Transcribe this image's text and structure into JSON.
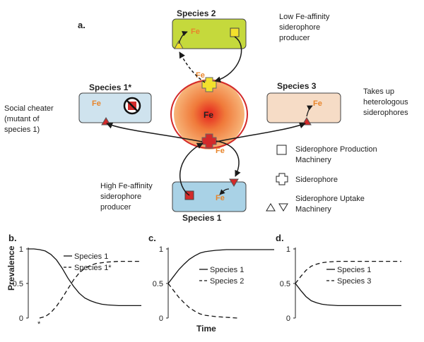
{
  "diagram": {
    "panel_a_label": "a.",
    "core": {
      "label": "Fe"
    },
    "species": {
      "sp2": {
        "title": "Species 2",
        "fe": "Fe",
        "color": "#c5d93c",
        "note": [
          "Low Fe-affinity",
          "siderophore",
          "producer"
        ]
      },
      "sp1star": {
        "title": "Species 1*",
        "fe": "Fe",
        "color": "#cfe3ee",
        "note": [
          "Social cheater",
          "(mutant of",
          "species 1)"
        ]
      },
      "sp3": {
        "title": "Species 3",
        "fe": "Fe",
        "color": "#f6dcc6",
        "note": [
          "Takes up",
          "heterologous",
          "siderophores"
        ]
      },
      "sp1": {
        "title": "Species 1",
        "fe": "Fe",
        "color": "#a9d2e6",
        "note": [
          "High Fe-affinity",
          "siderophore",
          "producer"
        ]
      }
    },
    "siderophore_fe": {
      "top": "Fe",
      "bottom": "Fe"
    },
    "legend": {
      "production": [
        "Siderophore  Production",
        "Machinery"
      ],
      "siderophore": "Siderophore",
      "uptake": [
        "Siderophore  Uptake",
        "Machinery"
      ]
    }
  },
  "charts": {
    "ylabel": "Prevalence",
    "xlabel": "Time",
    "y_ticks": [
      "1",
      "0.5",
      "0"
    ],
    "star_marker": "*"
  },
  "chart_data": [
    {
      "panel": "b.",
      "type": "line",
      "ylim": [
        0,
        1
      ],
      "x": [
        0,
        0.05,
        0.1,
        0.15,
        0.2,
        0.25,
        0.3,
        0.35,
        0.4,
        0.45,
        0.5,
        0.55,
        0.6,
        0.65,
        0.7,
        0.75,
        0.8,
        0.85,
        0.9,
        0.95,
        1.0
      ],
      "series": [
        {
          "name": "Species 1",
          "dash": "solid",
          "values": [
            1.0,
            1.0,
            0.99,
            0.97,
            0.92,
            0.84,
            0.72,
            0.58,
            0.46,
            0.36,
            0.29,
            0.25,
            0.22,
            0.2,
            0.19,
            0.185,
            0.18,
            0.18,
            0.18,
            0.18,
            0.18
          ]
        },
        {
          "name": "Species 1*",
          "dash": "dashed",
          "values": [
            null,
            null,
            0.0,
            0.02,
            0.08,
            0.17,
            0.29,
            0.42,
            0.55,
            0.65,
            0.72,
            0.76,
            0.79,
            0.8,
            0.81,
            0.815,
            0.82,
            0.82,
            0.82,
            0.82,
            0.82
          ]
        }
      ]
    },
    {
      "panel": "c.",
      "type": "line",
      "ylim": [
        0,
        1
      ],
      "x": [
        0,
        0.05,
        0.1,
        0.15,
        0.2,
        0.25,
        0.3,
        0.35,
        0.4,
        0.45,
        0.5,
        0.55,
        0.6,
        0.65,
        0.7,
        0.75,
        0.8,
        0.85,
        0.9,
        0.95,
        1.0
      ],
      "series": [
        {
          "name": "Species 1",
          "dash": "solid",
          "values": [
            0.5,
            0.6,
            0.7,
            0.78,
            0.85,
            0.9,
            0.94,
            0.96,
            0.97,
            0.98,
            0.985,
            0.99,
            0.99,
            0.99,
            0.99,
            0.99,
            0.99,
            0.99,
            0.99,
            0.99,
            0.99
          ]
        },
        {
          "name": "Species 2",
          "dash": "dashed",
          "values": [
            0.5,
            0.4,
            0.3,
            0.22,
            0.15,
            0.1,
            0.06,
            0.04,
            0.03,
            0.02,
            0.015,
            0.01,
            0.005,
            0.0,
            null,
            null,
            null,
            null,
            null,
            null,
            null
          ]
        }
      ]
    },
    {
      "panel": "d.",
      "type": "line",
      "ylim": [
        0,
        1
      ],
      "x": [
        0,
        0.05,
        0.1,
        0.15,
        0.2,
        0.25,
        0.3,
        0.35,
        0.4,
        0.45,
        0.5,
        0.55,
        0.6,
        0.65,
        0.7,
        0.75,
        0.8,
        0.85,
        0.9,
        0.95,
        1.0
      ],
      "series": [
        {
          "name": "Species 1",
          "dash": "solid",
          "values": [
            0.5,
            0.4,
            0.31,
            0.25,
            0.22,
            0.2,
            0.19,
            0.185,
            0.18,
            0.18,
            0.18,
            0.18,
            0.18,
            0.18,
            0.18,
            0.18,
            0.18,
            0.18,
            0.18,
            0.18,
            0.18
          ]
        },
        {
          "name": "Species 3",
          "dash": "dashed",
          "values": [
            0.5,
            0.6,
            0.69,
            0.75,
            0.78,
            0.8,
            0.81,
            0.815,
            0.82,
            0.82,
            0.82,
            0.82,
            0.82,
            0.82,
            0.82,
            0.82,
            0.82,
            0.82,
            0.82,
            0.82,
            0.82
          ]
        }
      ]
    }
  ]
}
